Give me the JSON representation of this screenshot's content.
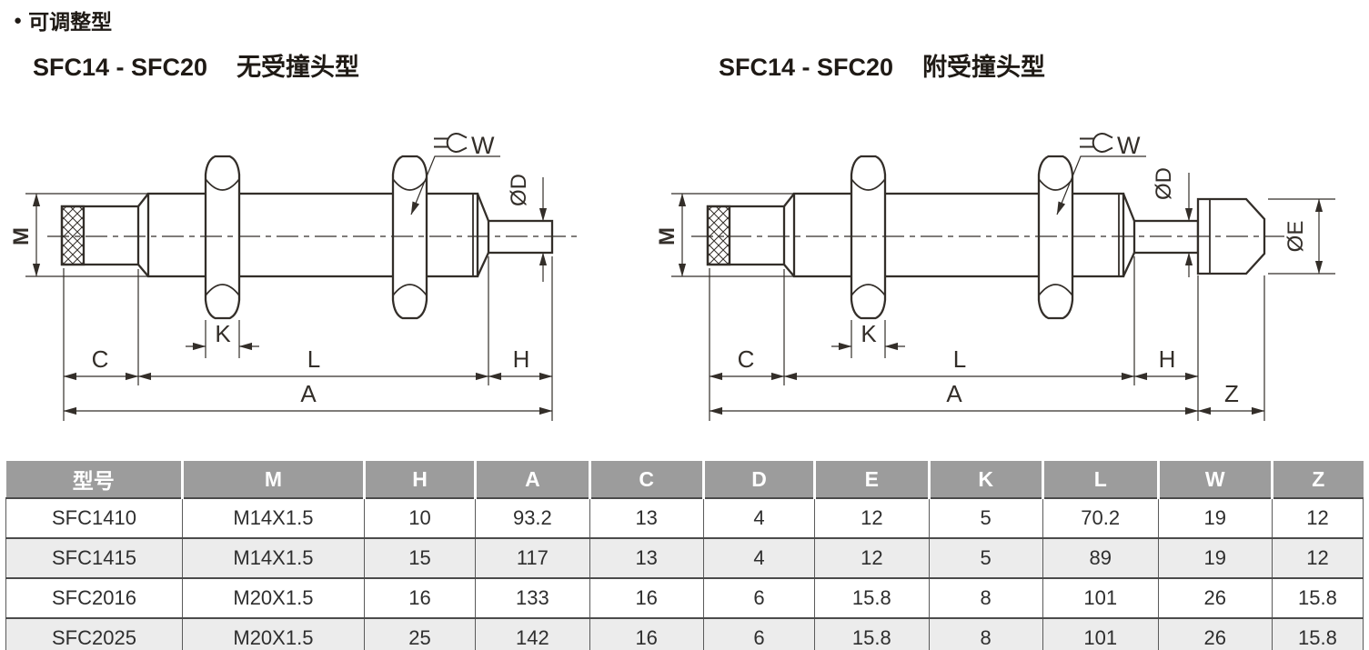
{
  "page": {
    "bullet": "●",
    "section_title": "可调整型"
  },
  "headings": {
    "left": {
      "model_range": "SFC14 - SFC20",
      "variant": "无受撞头型"
    },
    "right": {
      "model_range": "SFC14 - SFC20",
      "variant": "附受撞头型"
    }
  },
  "drawings": {
    "left": {
      "name": "without-impact-head",
      "labels": {
        "M": "M",
        "W": "W",
        "OD": "ØD",
        "K": "K",
        "C": "C",
        "L": "L",
        "H": "H",
        "A": "A"
      }
    },
    "right": {
      "name": "with-impact-head",
      "labels": {
        "M": "M",
        "W": "W",
        "OD": "ØD",
        "OE": "ØE",
        "K": "K",
        "C": "C",
        "L": "L",
        "H": "H",
        "A": "A",
        "Z": "Z"
      }
    }
  },
  "table": {
    "headers": [
      "型号",
      "M",
      "H",
      "A",
      "C",
      "D",
      "E",
      "K",
      "L",
      "W",
      "Z"
    ],
    "rows": [
      [
        "SFC1410",
        "M14X1.5",
        "10",
        "93.2",
        "13",
        "4",
        "12",
        "5",
        "70.2",
        "19",
        "12"
      ],
      [
        "SFC1415",
        "M14X1.5",
        "15",
        "117",
        "13",
        "4",
        "12",
        "5",
        "89",
        "19",
        "12"
      ],
      [
        "SFC2016",
        "M20X1.5",
        "16",
        "133",
        "16",
        "6",
        "15.8",
        "8",
        "101",
        "26",
        "15.8"
      ],
      [
        "SFC2025",
        "M20X1.5",
        "25",
        "142",
        "16",
        "6",
        "15.8",
        "8",
        "101",
        "26",
        "15.8"
      ]
    ]
  },
  "colors": {
    "ink": "#332e29",
    "header_bg": "#9c9c9c",
    "header_text": "#ffffff",
    "row_alt": "#ececec",
    "row_border": "#4b4b4b",
    "text": "#2e2e2e"
  }
}
